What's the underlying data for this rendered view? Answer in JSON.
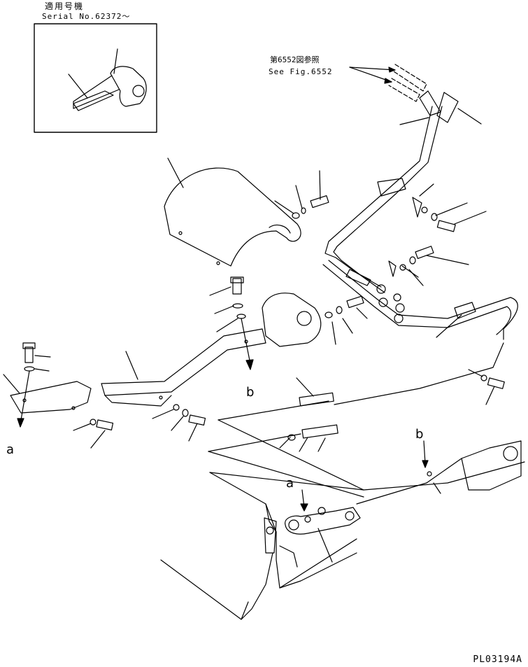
{
  "inset": {
    "title_jp": "適用号機",
    "title_en": "Serial No.62372〜"
  },
  "reference": {
    "jp": "第6552図参照",
    "en": "See Fig.6552"
  },
  "labels": {
    "a_left": "a",
    "b_left": "b",
    "b_right": "b",
    "a_mid": "a"
  },
  "drawing_code": "PL03194A"
}
